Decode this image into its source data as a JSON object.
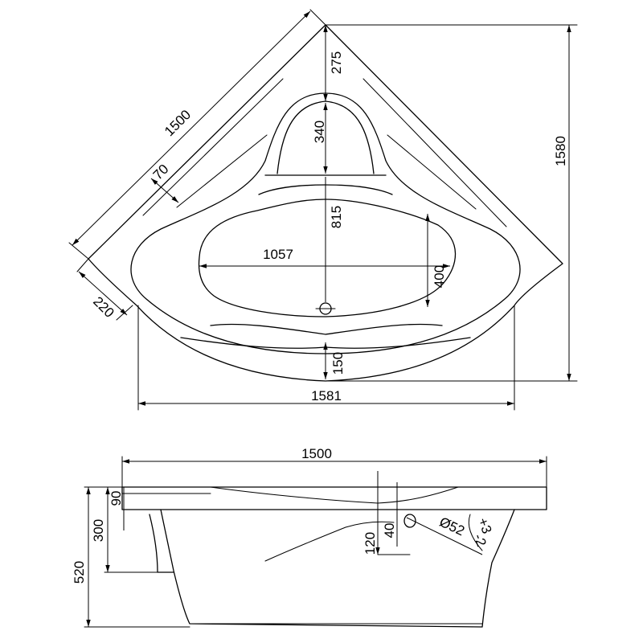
{
  "top_view": {
    "dim_diagonal_width": "1500",
    "dim_overall_depth": "1580",
    "dim_overall_width": "1581",
    "dim_rim_width": "70",
    "dim_corner_edge": "220",
    "dim_back_to_seat": "275",
    "dim_seat_depth": "340",
    "dim_basin_depth": "815",
    "dim_basin_width": "1057",
    "dim_footwell_width": "400",
    "dim_front_rim": "150"
  },
  "side_view": {
    "dim_overall_length": "1500",
    "dim_rim_thickness": "90",
    "dim_body_depth": "300",
    "dim_total_height": "520",
    "dim_overflow_height": "120",
    "dim_overflow_offset": "40",
    "drain_label": "Ø52",
    "tolerance_plus": "+3",
    "tolerance_minus": "-2"
  }
}
